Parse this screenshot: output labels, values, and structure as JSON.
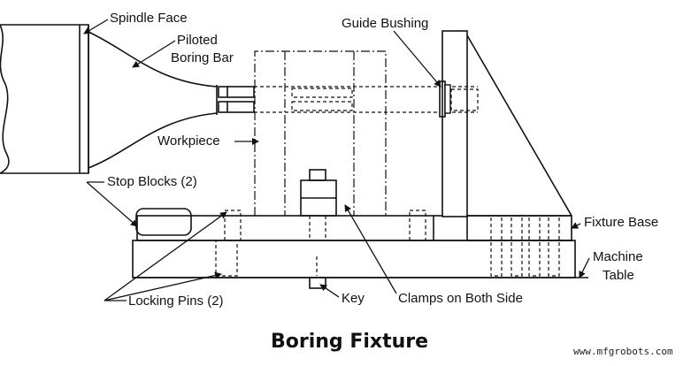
{
  "diagram": {
    "title": "Boring Fixture",
    "credit": "www.mfgrobots.com",
    "labels": {
      "spindle_face": "Spindle Face",
      "piloted_boring_bar_line1": "Piloted",
      "piloted_boring_bar_line2": "Boring Bar",
      "guide_bushing": "Guide Bushing",
      "workpiece": "Workpiece",
      "stop_blocks": "Stop Blocks (2)",
      "fixture_base": "Fixture Base",
      "machine_table_line1": "Machine",
      "machine_table_line2": "Table",
      "locking_pins": "Locking Pins (2)",
      "key": "Key",
      "clamps": "Clamps on Both Side"
    },
    "colors": {
      "ink": "#111111",
      "background": "#ffffff"
    }
  }
}
